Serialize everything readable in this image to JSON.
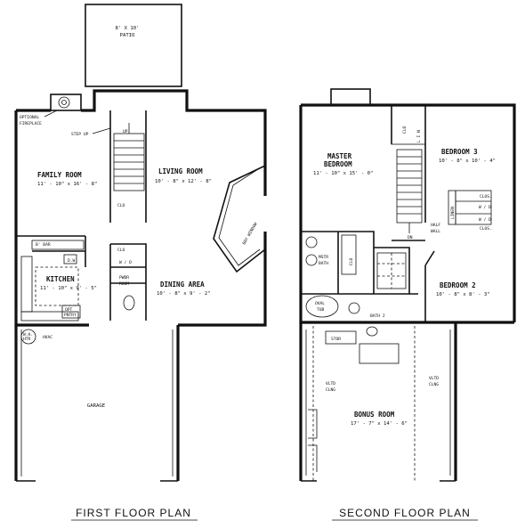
{
  "first_floor": {
    "title": "FIRST FLOOR PLAN",
    "patio": {
      "dims": "8' X 10'",
      "name": "PATIO"
    },
    "optional_fireplace": {
      "line1": "OPTIONAL",
      "line2": "FIREPLACE"
    },
    "step_up": "STEP UP",
    "up": "UP",
    "family_room": {
      "name": "FAMILY ROOM",
      "dims": "11' - 10\" x 16' - 8\""
    },
    "living_room": {
      "name": "LIVING ROOM",
      "dims": "10' - 8\" x 12' - 8\""
    },
    "clo_stair": "CLO",
    "bay": "BAY WINDOW",
    "bar": "B' BAR",
    "dw": "D.W.",
    "kitchen": {
      "name": "KITCHEN",
      "dims": "11' - 10\" x 9' - 5\""
    },
    "clo_closet": "CLO",
    "wd": "W / D",
    "pwdr": {
      "line1": "PWDR",
      "line2": "ROOM"
    },
    "dining": {
      "name": "DINING AREA",
      "dims": "10' - 8\" x 9' - 2\""
    },
    "pantry": {
      "line1": "OPT",
      "line2": "PNTRY"
    },
    "wh": {
      "line1": "W.H.",
      "line2": "HTR"
    },
    "hvac": "HVAC",
    "garage": "GARAGE"
  },
  "second_floor": {
    "title": "SECOND FLOOR PLAN",
    "clo_top": "CLO",
    "lin_top": "L I N",
    "master": {
      "name": "MASTER",
      "name2": "BEDROOM",
      "dims": "11' - 10\" x 15' - 0\""
    },
    "bedroom3": {
      "name": "BEDROOM 3",
      "dims": "10' - 8\" x 10' - 4\""
    },
    "clos1": "CLOS.",
    "clos2": "CLOS.",
    "linen": "LINEN",
    "wd1": "W / D",
    "wd2": "W / D",
    "half_wall": {
      "line1": "HALF",
      "line2": "WALL"
    },
    "dn": "DN",
    "mstr_bath": {
      "line1": "MSTR",
      "line2": "BATH"
    },
    "clo_bath": "CLO",
    "oval_tub": {
      "line1": "OVAL",
      "line2": "TUB"
    },
    "bath2": "BATH 2",
    "bedroom2": {
      "name": "BEDROOM 2",
      "dims": "10' - 8\" x 8' - 3\""
    },
    "stor": "STOR",
    "vltd_left": {
      "line1": "VLTD",
      "line2": "CLNG"
    },
    "vltd_right": {
      "line1": "VLTD",
      "line2": "CLNG"
    },
    "bonus": {
      "name": "BONUS ROOM",
      "dims": "17' - 7\" x 14' - 6\""
    }
  }
}
